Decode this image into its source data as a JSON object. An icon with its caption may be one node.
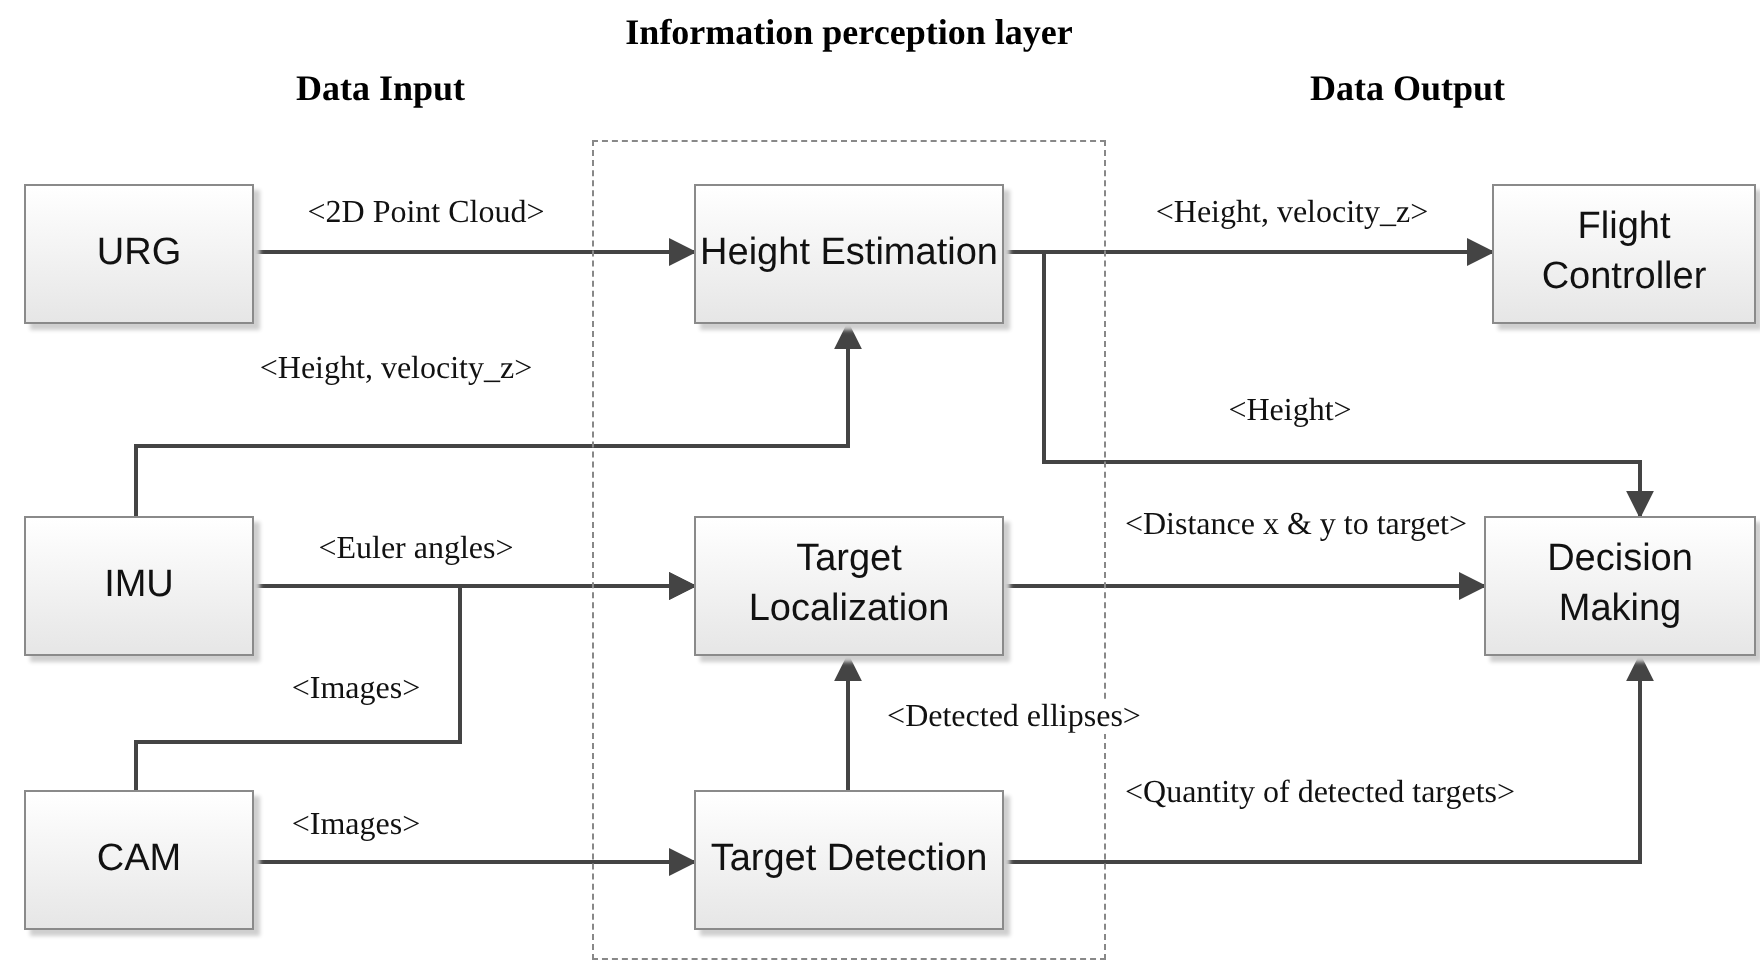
{
  "diagram": {
    "nodes": [
      {
        "text": [
          "Information perception layer"
        ]
      },
      {
        "text": [
          "URG"
        ]
      },
      {
        "text": [
          "Height Estimation"
        ],
        "in": 0
      },
      {
        "text": [
          "Flight Controller"
        ]
      },
      {
        "text": [
          "IMU"
        ]
      },
      {
        "text": [
          "Target Localization"
        ],
        "in": 0
      },
      {
        "text": [
          "Decision Making"
        ]
      },
      {
        "text": [
          "CAM"
        ]
      },
      {
        "text": [
          "Target Detection"
        ],
        "in": 0
      }
    ],
    "edges": [
      {
        "from": 1,
        "to": 2,
        "arrow": "to",
        "label": "<2D Point Cloud>"
      },
      {
        "from": 4,
        "to": 2,
        "arrow": "to",
        "label": "<Height, velocity_z>"
      },
      {
        "from": 4,
        "to": 5,
        "arrow": "to",
        "label": "<Euler angles>"
      },
      {
        "from": 7,
        "to": 5,
        "arrow": "to",
        "label": "<Images>"
      },
      {
        "from": 7,
        "to": 8,
        "arrow": "to",
        "label": "<Images>"
      },
      {
        "from": 8,
        "to": 5,
        "arrow": "to",
        "label": "<Detected ellipses>"
      },
      {
        "from": 2,
        "to": 3,
        "arrow": "to",
        "label": "<Height, velocity_z>"
      },
      {
        "from": 2,
        "to": 6,
        "arrow": "to",
        "label": "<Height>"
      },
      {
        "from": 5,
        "to": 6,
        "arrow": "to",
        "label": "<Distance x & y to target>"
      },
      {
        "from": 8,
        "to": 6,
        "arrow": "to",
        "label": "<Quantity of detected targets>"
      }
    ],
    "labels": [
      "Data Input",
      "Data Output"
    ]
  }
}
